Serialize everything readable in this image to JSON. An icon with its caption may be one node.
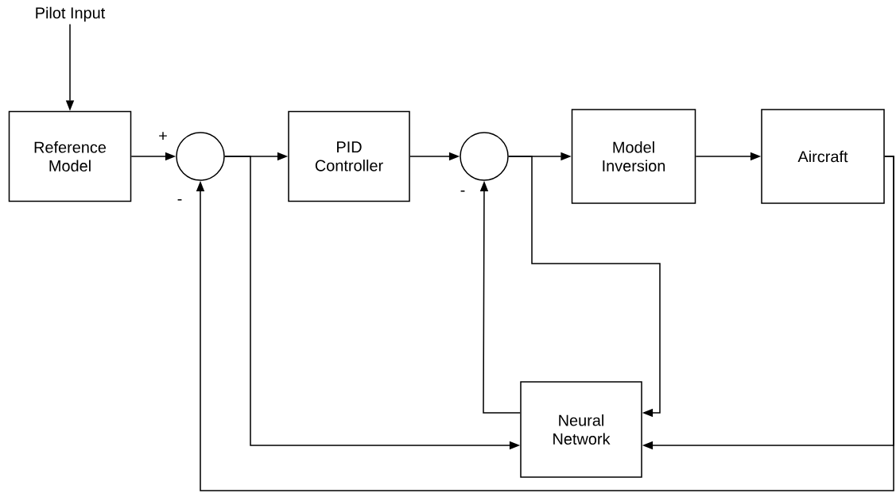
{
  "diagram": {
    "nodes": [
      {
        "text": [
          "Pilot Input"
        ]
      },
      {
        "text": [
          "Reference Model"
        ]
      },
      {
        "text": [],
        "shape": "circle"
      },
      {
        "text": [
          "PID Controller"
        ]
      },
      {
        "text": [],
        "shape": "circle"
      },
      {
        "text": [
          "Model Inversion"
        ]
      },
      {
        "text": [
          "Aircraft"
        ]
      },
      {
        "text": [
          "Neural Network"
        ]
      }
    ],
    "edges": [
      {
        "from": 0,
        "to": 1,
        "arrow": "to"
      },
      {
        "from": 1,
        "to": 2,
        "arrow": "to"
      },
      {
        "from": 2,
        "to": 3,
        "arrow": "to"
      },
      {
        "from": 3,
        "to": 4,
        "arrow": "to"
      },
      {
        "from": 4,
        "to": 5,
        "arrow": "to"
      },
      {
        "from": 5,
        "to": 6,
        "arrow": "to"
      },
      {
        "from": 6,
        "to": 7,
        "arrow": "to"
      },
      {
        "from": 6,
        "to": 2,
        "arrow": "to"
      },
      {
        "from": 2,
        "to": 7,
        "arrow": "to"
      },
      {
        "from": 4,
        "to": 7,
        "arrow": "to"
      },
      {
        "from": 7,
        "to": 4,
        "arrow": "to"
      }
    ],
    "labels": [
      "+",
      "-",
      "-"
    ]
  }
}
